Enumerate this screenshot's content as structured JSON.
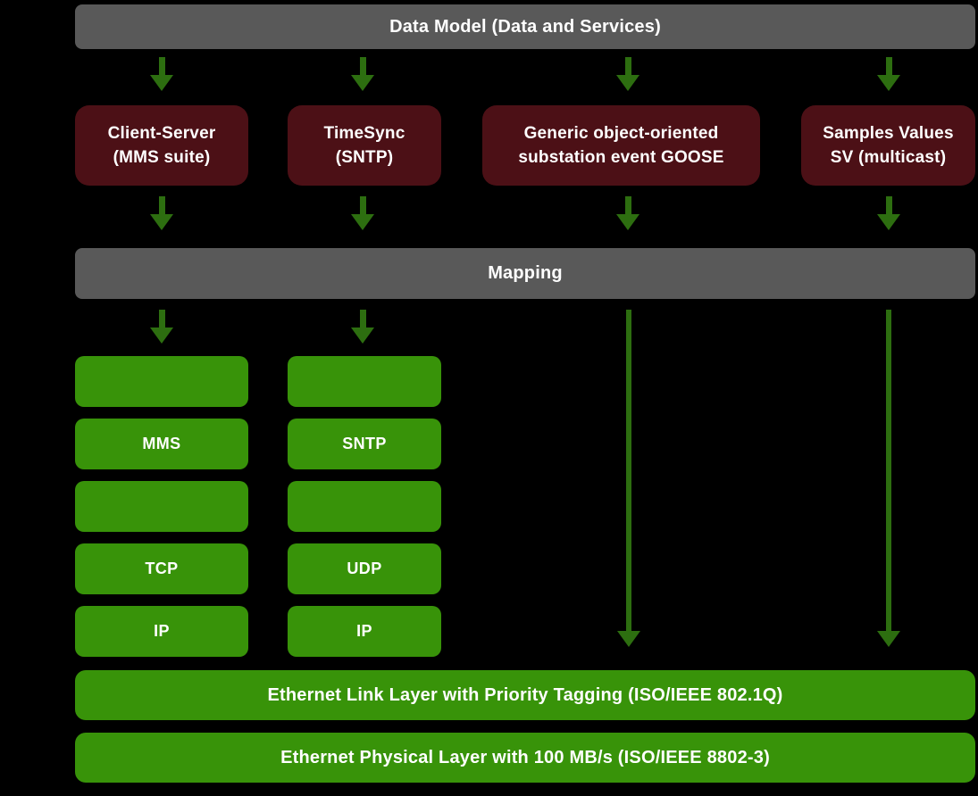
{
  "background": "#000000",
  "colors": {
    "gray": "#595959",
    "maroon": "#4c1016",
    "green": "#389309",
    "arrow_green": "#2d6e10",
    "text": "#ffffff"
  },
  "top_bar": {
    "label": "Data Model (Data and Services)"
  },
  "service_boxes": [
    {
      "line1": "Client-Server",
      "line2": "(MMS suite)"
    },
    {
      "line1": "TimeSync",
      "line2": "(SNTP)"
    },
    {
      "line1": "Generic object-oriented",
      "line2": "substation event GOOSE"
    },
    {
      "line1": "Samples Values",
      "line2": "SV (multicast)"
    }
  ],
  "mapping_bar": {
    "label": "Mapping"
  },
  "stack_columns": [
    {
      "rows": [
        "",
        "MMS",
        "",
        "TCP",
        "IP"
      ]
    },
    {
      "rows": [
        "",
        "SNTP",
        "",
        "UDP",
        "IP"
      ]
    }
  ],
  "ethernet_bars": [
    {
      "label": "Ethernet Link Layer with Priority Tagging (ISO/IEEE 802.1Q)"
    },
    {
      "label": "Ethernet Physical Layer with 100 MB/s (ISO/IEEE 8802-3)"
    }
  ]
}
